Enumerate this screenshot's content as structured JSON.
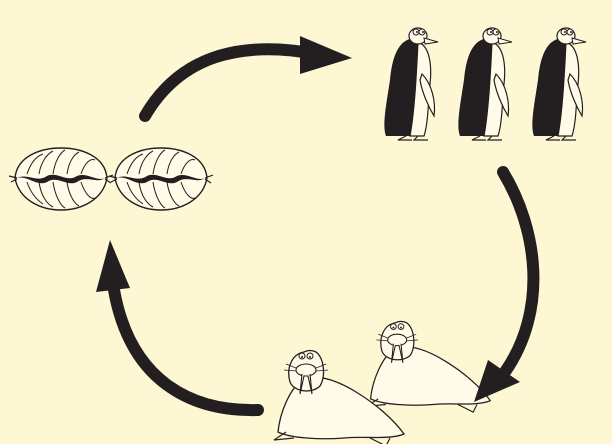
{
  "diagram": {
    "type": "cycle",
    "background": "#fdf8d3",
    "ink": "#231f20",
    "nodes": [
      {
        "id": "clams",
        "icon": "clam-icon",
        "count": 2
      },
      {
        "id": "penguins",
        "icon": "penguin-icon",
        "count": 3
      },
      {
        "id": "walruses",
        "icon": "walrus-icon",
        "count": 2
      }
    ],
    "edges": [
      {
        "from": "clams",
        "to": "penguins"
      },
      {
        "from": "penguins",
        "to": "walruses"
      },
      {
        "from": "walruses",
        "to": "clams"
      }
    ]
  }
}
